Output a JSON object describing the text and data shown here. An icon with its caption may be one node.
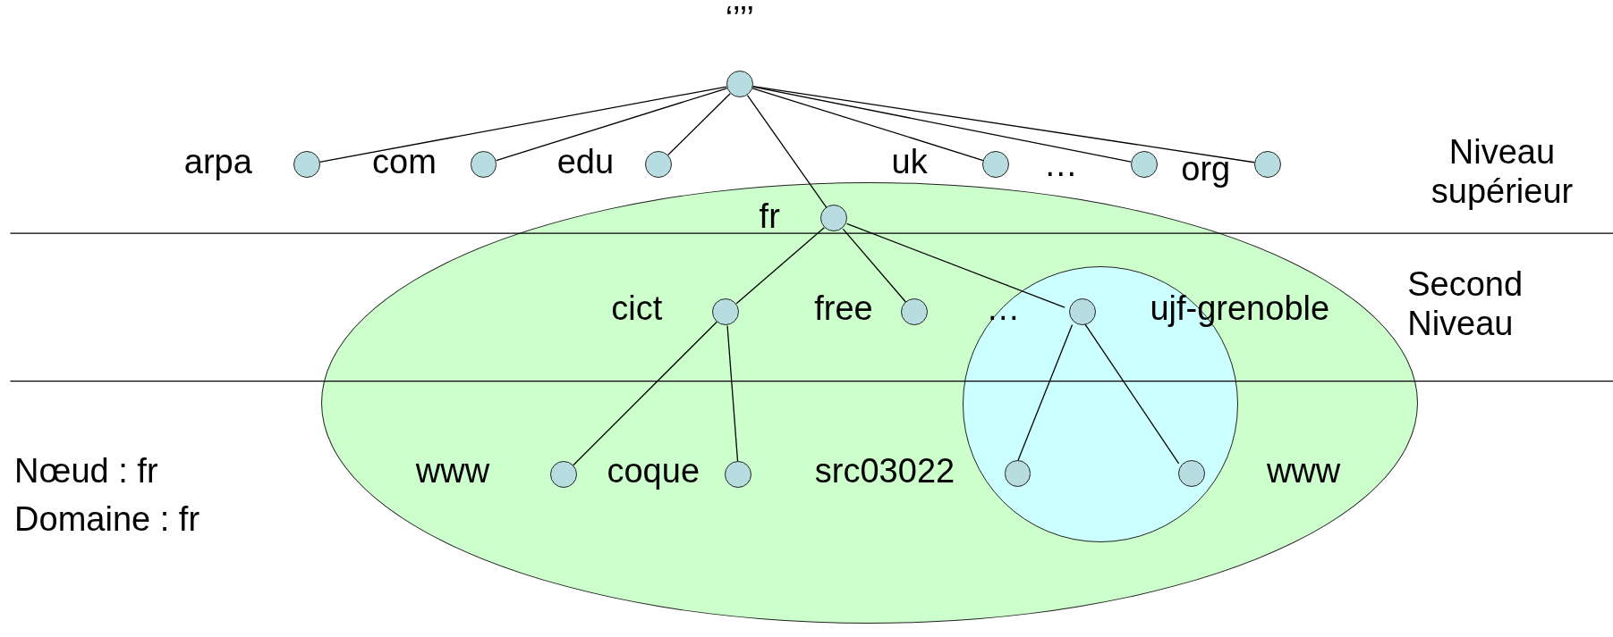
{
  "diagram": {
    "nodes": [
      {
        "text": [],
        "shape": "circle",
        "beside": [
          "‘’’’"
        ]
      },
      {
        "text": [],
        "shape": "circle",
        "beside": [
          "arpa"
        ]
      },
      {
        "text": [],
        "shape": "circle",
        "beside": [
          "com"
        ]
      },
      {
        "text": [],
        "shape": "circle",
        "beside": [
          "edu"
        ]
      },
      {
        "text": [],
        "shape": "circle",
        "beside": [
          "uk"
        ]
      },
      {
        "text": [],
        "shape": "circle"
      },
      {
        "text": [],
        "shape": "circle",
        "beside": [
          "org"
        ]
      },
      {
        "text": [],
        "shape": "ellipse"
      },
      {
        "text": [],
        "shape": "circle",
        "beside": [
          "fr"
        ],
        "in": 7
      },
      {
        "text": [],
        "shape": "circle",
        "beside": [
          "cict"
        ],
        "in": 7
      },
      {
        "text": [],
        "shape": "circle",
        "beside": [
          "free"
        ],
        "in": 7
      },
      {
        "text": [],
        "shape": "circle",
        "in": 7
      },
      {
        "text": [],
        "shape": "circle",
        "beside": [
          "ujf-grenoble"
        ],
        "in": 11
      },
      {
        "text": [],
        "shape": "circle",
        "beside": [
          "www"
        ],
        "in": 7
      },
      {
        "text": [],
        "shape": "circle",
        "beside": [
          "coque"
        ],
        "in": 7
      },
      {
        "text": [],
        "shape": "circle",
        "beside": [
          "src03022"
        ],
        "in": 11
      },
      {
        "text": [],
        "shape": "circle",
        "beside": [
          "www"
        ],
        "in": 11
      }
    ],
    "edges": [
      {
        "from": 0,
        "to": 1,
        "arrow": "none"
      },
      {
        "from": 0,
        "to": 2,
        "arrow": "none"
      },
      {
        "from": 0,
        "to": 3,
        "arrow": "none"
      },
      {
        "from": 0,
        "to": 8,
        "arrow": "none"
      },
      {
        "from": 0,
        "to": 4,
        "arrow": "none"
      },
      {
        "from": 0,
        "to": 5,
        "arrow": "none"
      },
      {
        "from": 0,
        "to": 6,
        "arrow": "none"
      },
      {
        "from": 8,
        "to": 9,
        "arrow": "none"
      },
      {
        "from": 8,
        "to": 10,
        "arrow": "none"
      },
      {
        "from": 8,
        "to": 12,
        "arrow": "none"
      },
      {
        "from": 9,
        "to": 13,
        "arrow": "none"
      },
      {
        "from": 9,
        "to": 14,
        "arrow": "none"
      },
      {
        "from": 12,
        "to": 15,
        "arrow": "none"
      },
      {
        "from": 12,
        "to": 16,
        "arrow": "none"
      }
    ],
    "labels": [
      "…",
      "Niveau supérieur",
      "…",
      "Second Niveau",
      "Nœud : fr",
      "Domaine : fr"
    ]
  }
}
